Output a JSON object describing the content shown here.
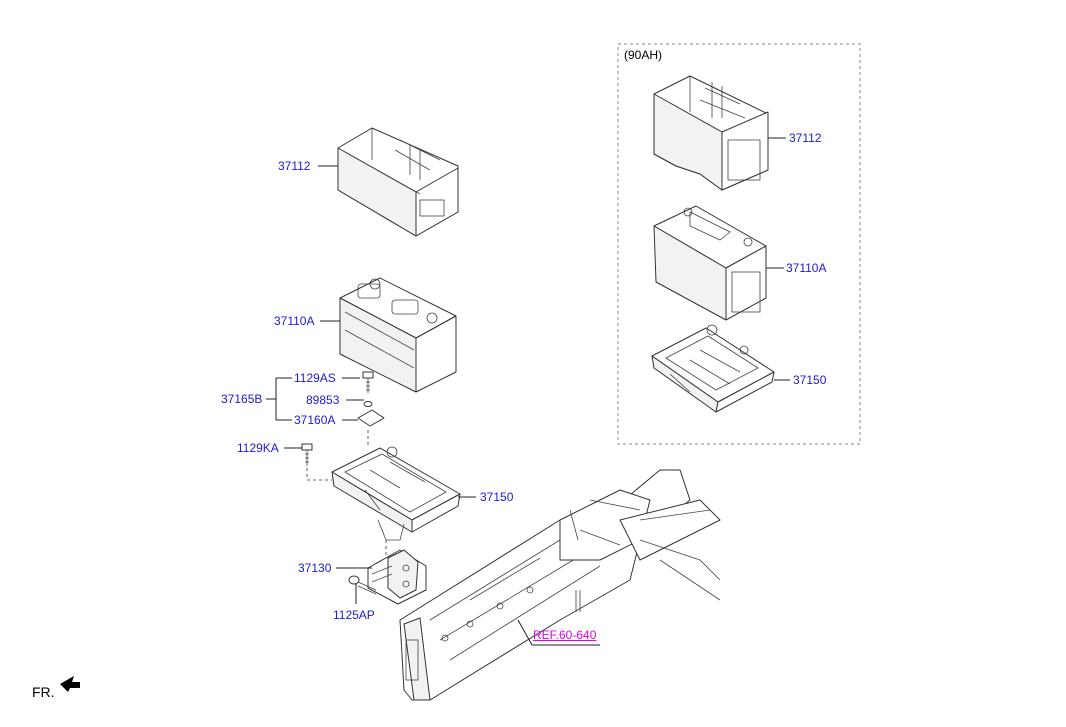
{
  "variant_label": "(90AH)",
  "direction_label": "FR.",
  "callouts": {
    "tray_cover_left": "37112",
    "battery_left": "37110A",
    "bolt_1129AS": "1129AS",
    "part_89853": "89853",
    "assy_37165B": "37165B",
    "bracket_37160A": "37160A",
    "bolt_1129KA": "1129KA",
    "tray_left": "37150",
    "bracket_37130": "37130",
    "bolt_1125AP": "1125AP",
    "ref": "REF.60-640",
    "tray_cover_right": "37112",
    "battery_right": "37110A",
    "tray_right": "37150"
  },
  "colors": {
    "callout": "#1a1ad6",
    "reference": "#e600e6",
    "line": "#333333"
  }
}
